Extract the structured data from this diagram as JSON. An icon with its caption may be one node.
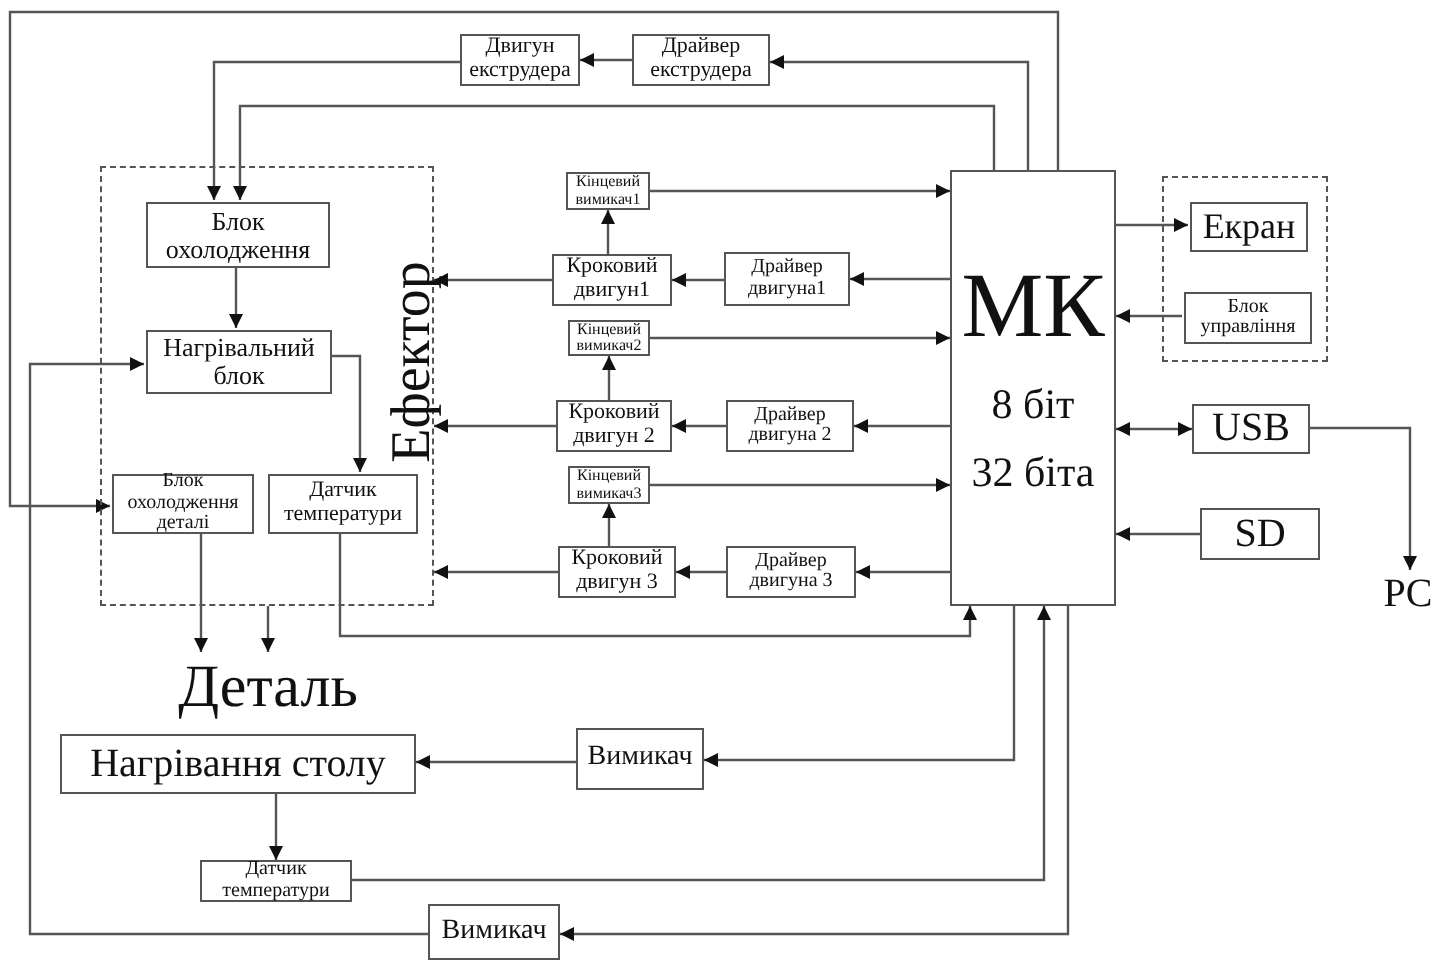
{
  "diagram": {
    "nodes": [
      {
        "text": [
          "Ефектор"
        ]
      },
      {
        "text": [
          "Блок охолодження"
        ],
        "in": 0
      },
      {
        "text": [
          "Нагрівальний блок"
        ],
        "in": 0
      },
      {
        "text": [
          "Блок охолодження деталі"
        ],
        "in": 0
      },
      {
        "text": [
          "Датчик температури"
        ],
        "in": 0
      },
      {
        "text": [
          "Двигун екструдера"
        ]
      },
      {
        "text": [
          "Драйвер екструдера"
        ]
      },
      {
        "text": [
          "Кінцевий вимикач1"
        ]
      },
      {
        "text": [
          "Кроковий двигун1"
        ]
      },
      {
        "text": [
          "Драйвер двигуна1"
        ]
      },
      {
        "text": [
          "Кінцевий вимикач2"
        ]
      },
      {
        "text": [
          "Кроковий двигун 2"
        ]
      },
      {
        "text": [
          "Драйвер двигуна 2"
        ]
      },
      {
        "text": [
          "Кінцевий вимикач3"
        ]
      },
      {
        "text": [
          "Кроковий двигун 3"
        ]
      },
      {
        "text": [
          "Драйвер двигуна 3"
        ]
      },
      {
        "text": [
          "МК",
          "8 біт",
          "32 біта"
        ]
      },
      {
        "text": [],
        "shape": "box"
      },
      {
        "text": [
          "Екран"
        ],
        "in": 17
      },
      {
        "text": [
          "Блок управління"
        ],
        "in": 17
      },
      {
        "text": [
          "USB"
        ]
      },
      {
        "text": [
          "SD"
        ]
      },
      {
        "text": [
          "PC"
        ]
      },
      {
        "text": [
          "Деталь"
        ]
      },
      {
        "text": [
          "Нагрівання столу"
        ]
      },
      {
        "text": [
          "Вимикач"
        ]
      },
      {
        "text": [
          "Датчик температури"
        ]
      },
      {
        "text": [
          "Вимикач"
        ]
      }
    ],
    "edges": [
      {
        "from": 16,
        "to": 6,
        "arrow": "to"
      },
      {
        "from": 6,
        "to": 5,
        "arrow": "to"
      },
      {
        "from": 5,
        "to": 1,
        "arrow": "to"
      },
      {
        "from": 16,
        "to": 1,
        "arrow": "to"
      },
      {
        "from": 16,
        "to": 3,
        "arrow": "to"
      },
      {
        "from": 1,
        "to": 2,
        "arrow": "to"
      },
      {
        "from": 2,
        "to": 4,
        "arrow": "to"
      },
      {
        "from": 27,
        "to": 2,
        "arrow": "to"
      },
      {
        "from": 3,
        "to": 23,
        "arrow": "to"
      },
      {
        "from": 0,
        "to": 23,
        "arrow": "to"
      },
      {
        "from": 16,
        "to": 9,
        "arrow": "to"
      },
      {
        "from": 9,
        "to": 8,
        "arrow": "to"
      },
      {
        "from": 8,
        "to": 0,
        "arrow": "to"
      },
      {
        "from": 8,
        "to": 7,
        "arrow": "to"
      },
      {
        "from": 7,
        "to": 16,
        "arrow": "to"
      },
      {
        "from": 16,
        "to": 12,
        "arrow": "to"
      },
      {
        "from": 12,
        "to": 11,
        "arrow": "to"
      },
      {
        "from": 11,
        "to": 0,
        "arrow": "to"
      },
      {
        "from": 11,
        "to": 10,
        "arrow": "to"
      },
      {
        "from": 10,
        "to": 16,
        "arrow": "to"
      },
      {
        "from": 16,
        "to": 15,
        "arrow": "to"
      },
      {
        "from": 15,
        "to": 14,
        "arrow": "to"
      },
      {
        "from": 14,
        "to": 0,
        "arrow": "to"
      },
      {
        "from": 14,
        "to": 13,
        "arrow": "to"
      },
      {
        "from": 13,
        "to": 16,
        "arrow": "to"
      },
      {
        "from": 16,
        "to": 18,
        "arrow": "to"
      },
      {
        "from": 19,
        "to": 16,
        "arrow": "to"
      },
      {
        "from": 16,
        "to": 20,
        "arrow": "both"
      },
      {
        "from": 20,
        "to": 22,
        "arrow": "to"
      },
      {
        "from": 21,
        "to": 16,
        "arrow": "to"
      },
      {
        "from": 4,
        "to": 16,
        "arrow": "to"
      },
      {
        "from": 16,
        "to": 25,
        "arrow": "to"
      },
      {
        "from": 25,
        "to": 24,
        "arrow": "to"
      },
      {
        "from": 24,
        "to": 26,
        "arrow": "to"
      },
      {
        "from": 26,
        "to": 16,
        "arrow": "to"
      },
      {
        "from": 16,
        "to": 27,
        "arrow": "to"
      }
    ]
  }
}
